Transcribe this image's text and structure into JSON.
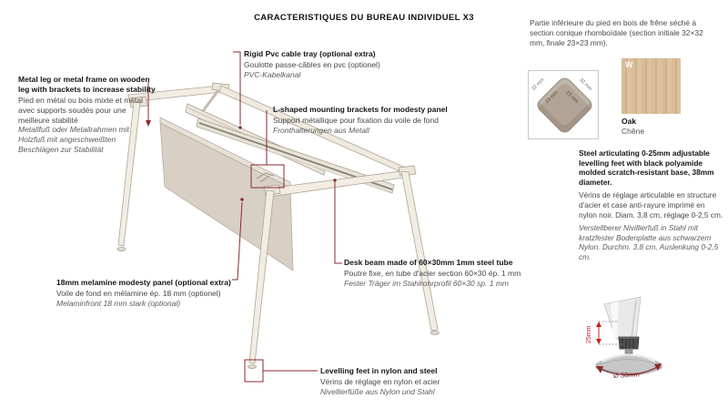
{
  "title": "CARACTERISTIQUES DU BUREAU INDIVIDUEL X3",
  "colors": {
    "leader_red": "#8a2a2b",
    "accent_red": "#cc1f1f",
    "dim_label_red": "#7c2222",
    "frame_cream": "#f2ede3",
    "panel_beige": "#d8d0c5",
    "wood_oak": "#d8bd97"
  },
  "annotations": {
    "leg": {
      "en": "Metal leg or metal frame on wooden leg with brackets to increase stability",
      "fr": "Pied en métal ou bois mixte et métal avec supports soudés pour une meilleure stabilité",
      "de": "Metallfuß oder Metallrahmen mit Holzfuß mit angeschweißten Beschlägen zur Stabilität"
    },
    "cable_tray": {
      "en": "Rigid Pvc cable tray (optional extra)",
      "fr": "Goulotte passe-câbles en pvc (optionel)",
      "de": "PVC-Kabelkanal"
    },
    "bracket": {
      "en": "L-shaped mounting brackets for modesty panel",
      "fr": "Support métallique pour fixation du voile de fond",
      "de": "Fronthalterungen aus Metall"
    },
    "panel": {
      "en": "18mm melamine modesty panel (optional extra)",
      "fr": "Voile de fond en mélamine ép. 18 mm (optionel)",
      "de": "Melaminfront 18 mm stark (optional)"
    },
    "beam": {
      "en": "Desk beam made of 60×30mm 1mm steel tube",
      "fr": "Poutre fixe, en tube d'acier section 60×30 ép. 1 mm",
      "de": "Fester Träger im Stahlrohrprofil 60×30 sp. 1 mm"
    },
    "feet": {
      "en": "Levelling feet in nylon and steel",
      "fr": "Vérins de réglage en nylon et acier",
      "de": "Nivellierfüße aus Nylon und Stahl"
    }
  },
  "right_column": {
    "ash_note": "Partie inférieure du pied en bois de frêne séché à section conique rhomboïdale (section initiale 32×32 mm, finale 23×23 mm).",
    "section_box": {
      "outer_left": "32 mm",
      "outer_right": "32 mm",
      "inner_left": "23 mm",
      "inner_right": "23 mm"
    },
    "wood": {
      "watermark": "W",
      "en": "Oak",
      "fr": "Chêne"
    },
    "feet_spec": {
      "en": "Steel articulating 0-25mm adjustable levelling feet with black polyamide molded scratch-resistant base, 38mm diameter.",
      "fr": "Vérins de réglage articulable en structure d'acier et case anti-rayure imprimé en nylon noir. Diam. 3,8 cm, réglage 0-2,5 cm.",
      "de": "Verstellberer Nivillierfuß in Stahl mit kratzfester Bodenplatte aus schwarzem Nylon. Durchm. 3,8 cm, Auslenkung 0-2,5 cm."
    },
    "foot_dims": {
      "height": "25mm",
      "diameter": "Ø 38mm"
    }
  }
}
